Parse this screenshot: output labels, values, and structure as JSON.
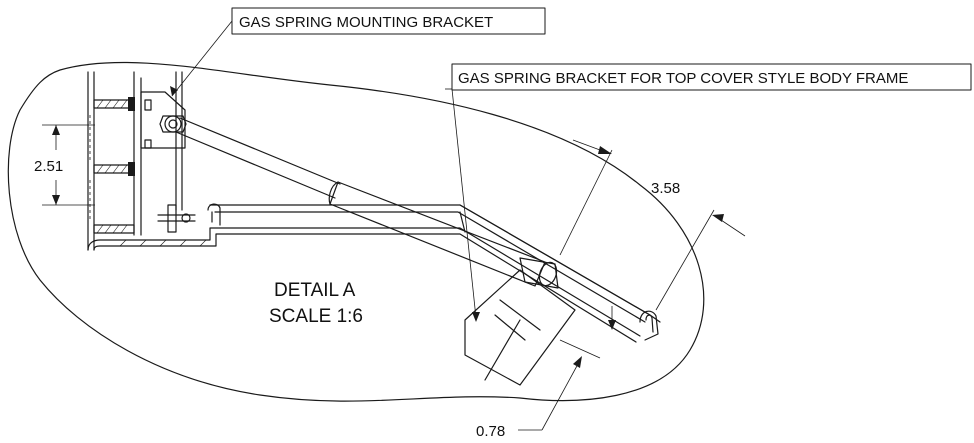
{
  "callouts": {
    "mounting_bracket": "GAS SPRING MOUNTING BRACKET",
    "top_cover_bracket": "GAS SPRING BRACKET FOR TOP COVER STYLE BODY FRAME"
  },
  "dimensions": {
    "vertical_spacing": "2.51",
    "bracket_length": "3.58",
    "bracket_offset": "0.78"
  },
  "detail": {
    "title": "DETAIL A",
    "scale": "SCALE 1:6"
  }
}
